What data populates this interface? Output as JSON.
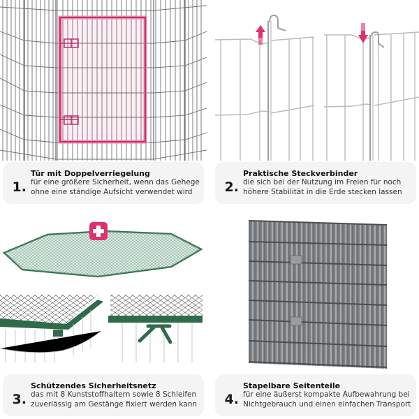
{
  "colors": {
    "accent": "#e0306e",
    "net_green": "#2f6b4a",
    "wire_gray": "#666a6e",
    "caption_bg": "#f4f4f4"
  },
  "icons": {
    "panel1": "door-highlight-icon",
    "panel2": "up-down-arrow-icons",
    "panel3": "plus-badge-icon",
    "panel4": "stacked-panels-illustration"
  },
  "features": [
    {
      "number": "1.",
      "title": "Tür mit Doppelverriegelung",
      "line1": "für eine größere Sicherheit, wenn das Gehege",
      "line2": "ohne eine ständige Aufsicht verwendet wird"
    },
    {
      "number": "2.",
      "title": "Praktische Steckverbinder",
      "line1": "die sich bei der Nutzung im Freien für noch",
      "line2": "höhere Stabilität in die Erde stecken lassen"
    },
    {
      "number": "3.",
      "title": "Schützendes Sicherheitsnetz",
      "line1": "das mit 8 Kunststoffhaltern sowie 8 Schleifen",
      "line2": "zuverlässig am Gestänge fixiert werden kann"
    },
    {
      "number": "4.",
      "title": "Stapelbare Seitenteile",
      "line1": "für eine äußerst kompakte Aufbewahrung bei",
      "line2": "Nichtgebrauch und einen einfachen Transport"
    }
  ]
}
